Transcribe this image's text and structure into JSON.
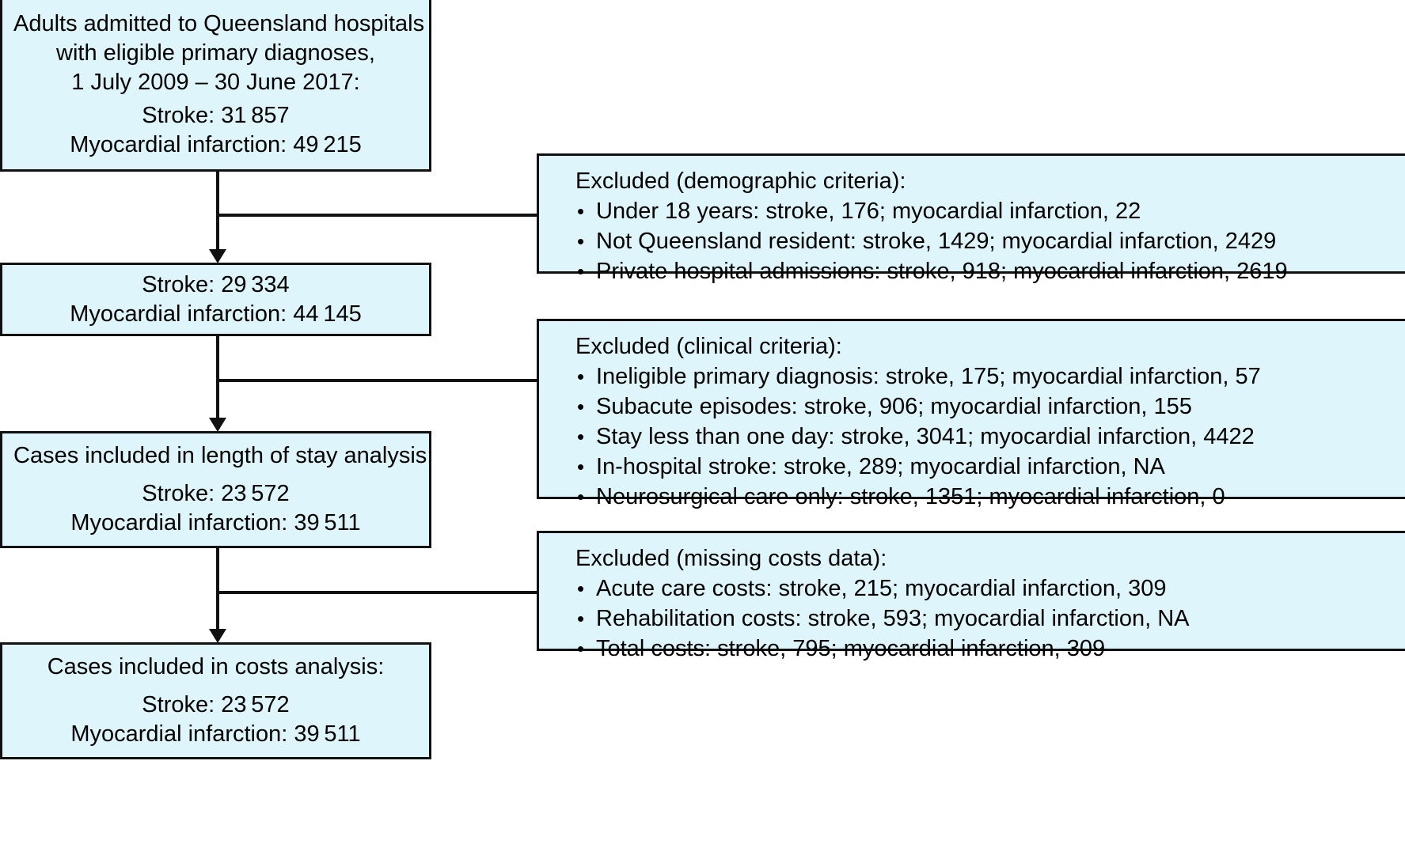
{
  "diagram": {
    "type": "flowchart",
    "title": "Study participant flow diagram",
    "colors": {
      "box_fill": "#ddf5fb",
      "box_border": "#111111",
      "text": "#000000",
      "background": "#ffffff"
    }
  },
  "flow": {
    "box1": {
      "lines": [
        "Adults admitted to Queensland hospitals",
        "with eligible primary diagnoses,",
        "1 July 2009 – 30 June 2017:",
        "",
        "Stroke: 31 857",
        "Myocardial infarction: 49 215"
      ]
    },
    "box2": {
      "lines": [
        "Stroke: 29 334",
        "Myocardial infarction: 44 145"
      ]
    },
    "box3": {
      "lines": [
        "Cases included in length of stay analysis:",
        "",
        "Stroke: 23 572",
        "Myocardial infarction: 39 511"
      ]
    },
    "box4": {
      "lines": [
        "Cases included in costs analysis:",
        "",
        "Stroke: 23 572",
        "Myocardial infarction: 39 511"
      ]
    }
  },
  "exclusions": {
    "demographic": {
      "heading": "Excluded (demographic criteria):",
      "items": [
        "Under 18 years: stroke, 176; myocardial infarction, 22",
        "Not Queensland resident: stroke, 1429; myocardial infarction, 2429",
        "Private hospital admissions: stroke, 918; myocardial infarction, 2619"
      ]
    },
    "clinical": {
      "heading": "Excluded (clinical criteria):",
      "items": [
        "Ineligible primary diagnosis: stroke, 175; myocardial infarction, 57",
        "Subacute episodes: stroke, 906; myocardial infarction, 155",
        "Stay less than one day: stroke, 3041; myocardial infarction, 4422",
        "In-hospital stroke: stroke, 289; myocardial infarction, NA",
        "Neurosurgical care only: stroke, 1351; myocardial infarction, 0"
      ]
    },
    "costs": {
      "heading": "Excluded (missing costs data):",
      "items": [
        "Acute care costs: stroke, 215; myocardial infarction, 309",
        "Rehabilitation costs: stroke, 593; myocardial infarction, NA",
        "Total costs: stroke, 795; myocardial infarction, 309"
      ]
    }
  }
}
